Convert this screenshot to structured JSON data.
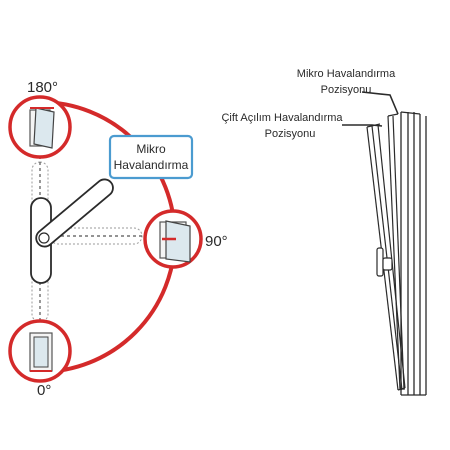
{
  "left_diagram": {
    "angle_top": "180°",
    "angle_right": "90°",
    "angle_bottom": "0°",
    "callout": {
      "line1": "Mikro",
      "line2": "Havalandırma"
    },
    "colors": {
      "accent_red": "#d42a2a",
      "callout_blue": "#4b9bd0",
      "handle_outline": "#2b2b2b"
    }
  },
  "right_diagram": {
    "label_micro": {
      "line1": "Mikro Havalandırma",
      "line2": "Pozisyonu"
    },
    "label_double": {
      "line1": "Çift Açılım Havalandırma",
      "line2": "Pozisyonu"
    }
  }
}
